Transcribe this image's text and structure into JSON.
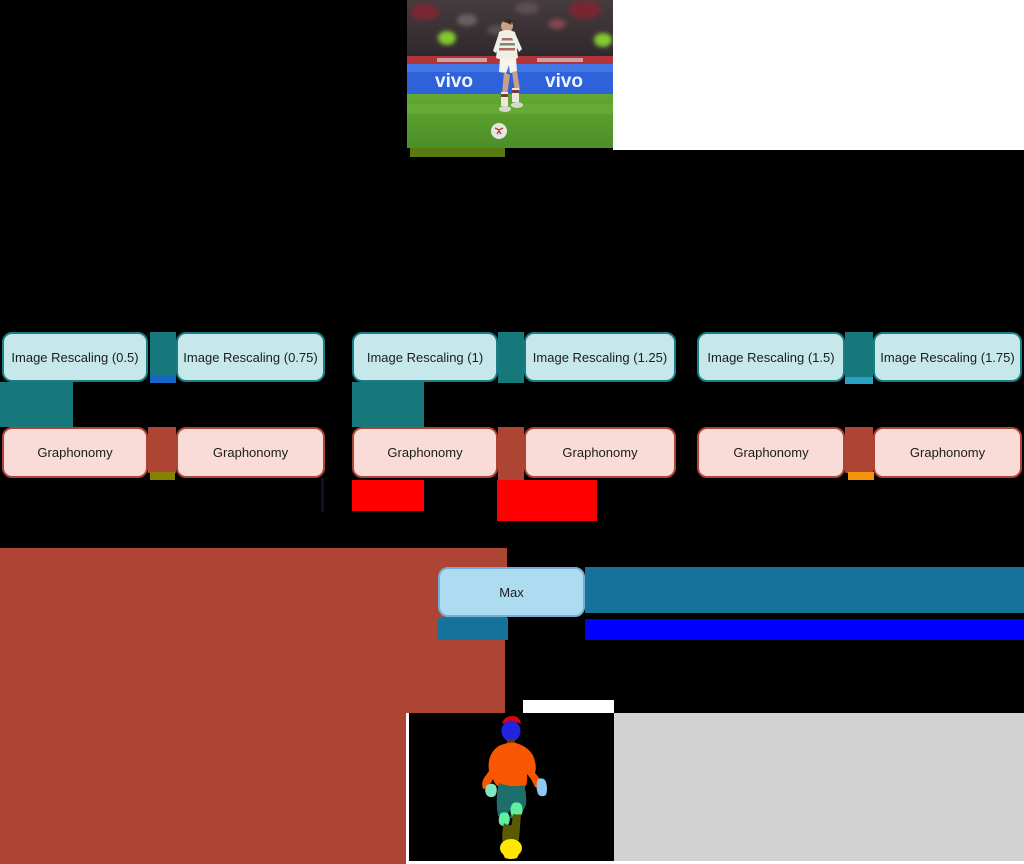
{
  "pipeline": {
    "rescale_boxes": [
      "Image Rescaling (0.5)",
      "Image Rescaling (0.75)",
      "Image Rescaling (1)",
      "Image Rescaling (1.25)",
      "Image Rescaling (1.5)",
      "Image Rescaling (1.75)"
    ],
    "graphonomy_label": "Graphonomy",
    "max_label": "Max"
  },
  "photo": {
    "description": "soccer player running with ball in stadium",
    "ad_text": "vivo"
  },
  "segmentation": {
    "description": "human parsing segmentation map of the player",
    "part_colors": {
      "hair": "#e40007",
      "face": "#2224e0",
      "torso": "#f95602",
      "left_hand": "#7fe9c2",
      "right_hand": "#8ec9f0",
      "shorts": "#1d6f6b",
      "knees": "#5ef0a0",
      "legs": "#5c5a00",
      "shoe": "#ffe604"
    },
    "background": "#000000",
    "panel_right": "#d2d2d2"
  },
  "colors": {
    "teal_connector": "#17787c",
    "teal_border": "#1a7e86",
    "rescale_fill": "#c6e8eb",
    "brick_red": "#ae4434",
    "graph_fill": "#f9dcd7",
    "bright_red": "#fe0000",
    "steel_blue": "#16719b",
    "bright_blue": "#0000fe",
    "max_fill": "#addcf0",
    "max_border": "#74aed4",
    "olive_top": "#5a7a10",
    "olive_mid": "#848200",
    "orange": "#f5930a",
    "mid_blue": "#1565c4",
    "cyan_blue": "#2b9fc4",
    "gray_panel": "#d2d2d2"
  }
}
